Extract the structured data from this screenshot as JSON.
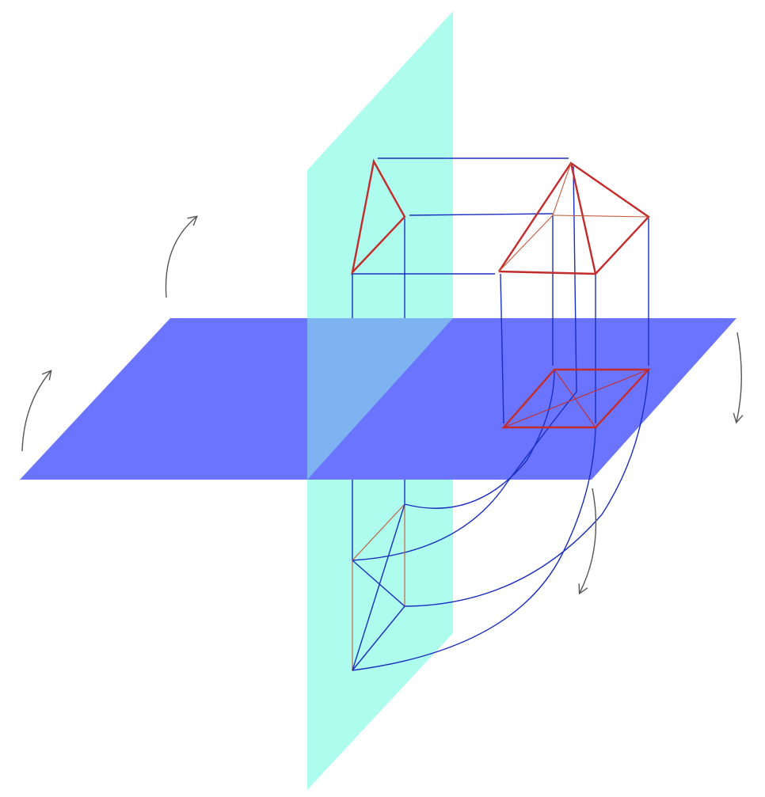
{
  "colors": {
    "vertical_plane": "#aefcee",
    "horizontal_plane": "#6a74ff",
    "plane_overlap": "#7fb2f0",
    "edge_red": "#c42b2b",
    "edge_thin_red": "#c45a3a",
    "projector_blue": "#1a2ec0",
    "rotation_arrow": "#555555"
  },
  "figure": {
    "planes": [
      "vertical-projection-plane",
      "horizontal-projection-plane"
    ],
    "object": "square-pyramid",
    "views": [
      "side-view",
      "front-view",
      "top-view",
      "rotated-side-view"
    ],
    "rotation_arrows": 4,
    "labels": []
  }
}
